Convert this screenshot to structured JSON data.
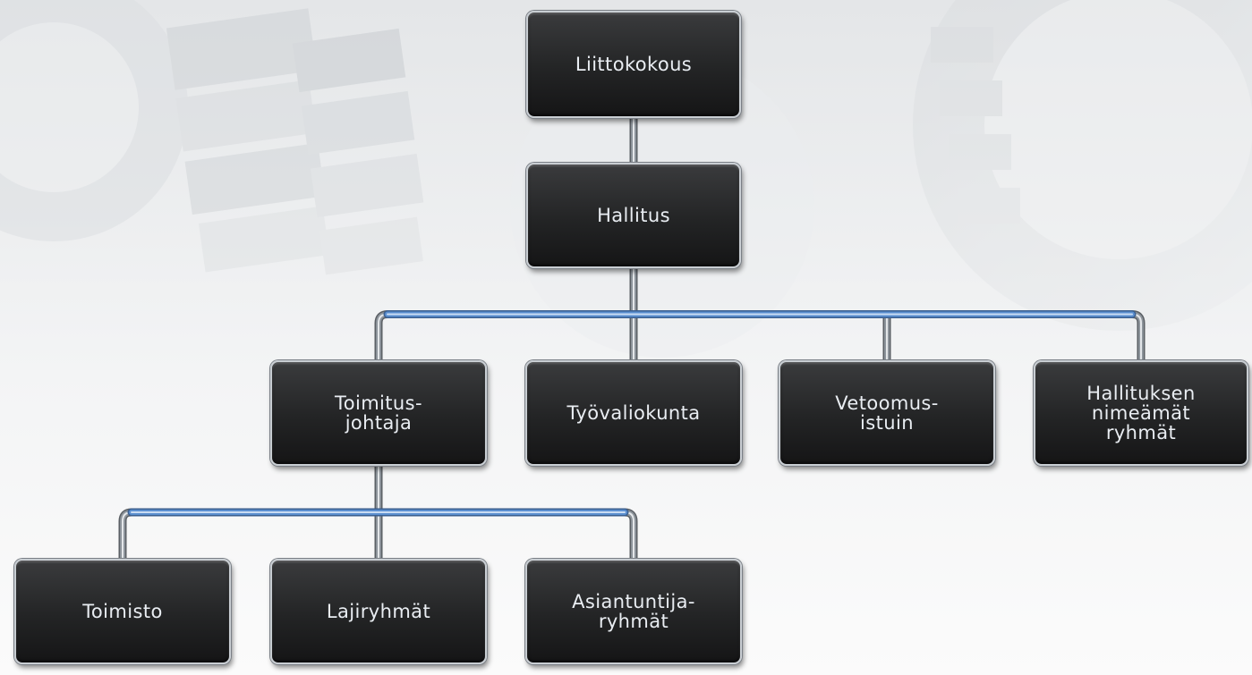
{
  "org_chart": {
    "nodes": [
      {
        "id": "liittokokous",
        "label": "Liittokokous"
      },
      {
        "id": "hallitus",
        "label": "Hallitus"
      },
      {
        "id": "toimitusjohtaja",
        "label": "Toimitus-\njohtaja"
      },
      {
        "id": "tyovaliokunta",
        "label": "Työvaliokunta"
      },
      {
        "id": "vetoomusistuin",
        "label": "Vetoomus-\nistuin"
      },
      {
        "id": "hallituksen-ryhmat",
        "label": "Hallituksen\nnimeämät\nryhmät"
      },
      {
        "id": "toimisto",
        "label": "Toimisto"
      },
      {
        "id": "lajiryhmat",
        "label": "Lajiryhmät"
      },
      {
        "id": "asiantuntijaryhmat",
        "label": "Asiantuntija-\nryhmät"
      }
    ],
    "edges": [
      [
        "liittokokous",
        "hallitus"
      ],
      [
        "hallitus",
        "toimitusjohtaja"
      ],
      [
        "hallitus",
        "tyovaliokunta"
      ],
      [
        "hallitus",
        "vetoomusistuin"
      ],
      [
        "hallitus",
        "hallituksen-ryhmat"
      ],
      [
        "toimitusjohtaja",
        "toimisto"
      ],
      [
        "toimitusjohtaja",
        "lajiryhmat"
      ],
      [
        "toimitusjohtaja",
        "asiantuntijaryhmat"
      ]
    ]
  },
  "colors": {
    "box_fill": "#222324",
    "box_border": "#c9ced3",
    "box_text": "#e9edf2",
    "connector_metal": "#8d949b",
    "connector_blue": "#5b8fd0",
    "background": "#f2f3f4"
  }
}
